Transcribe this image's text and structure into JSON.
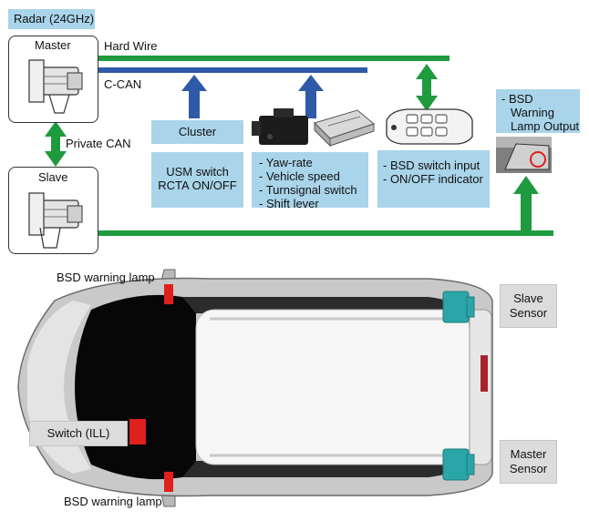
{
  "radar_label": "Radar (24GHz)",
  "master_label": "Master",
  "slave_label": "Slave",
  "hard_wire_label": "Hard Wire",
  "ccan_label": "C-CAN",
  "private_can_label": "Private CAN",
  "cluster_label": "Cluster",
  "usm_box": {
    "line1": "USM switch",
    "line2": "RCTA ON/OFF"
  },
  "vehicle_inputs": [
    "- Yaw-rate",
    "- Vehicle speed",
    "- Turnsignal switch",
    "- Shift lever"
  ],
  "bsd_switch_box": [
    "- BSD switch input",
    "- ON/OFF indicator"
  ],
  "lamp_output_box": [
    "- BSD",
    "Warning",
    "Lamp Output"
  ],
  "bsd_warning_lamp_top": "BSD warning lamp",
  "bsd_warning_lamp_bottom": "BSD warning lamp",
  "switch_label": "Switch (ILL)",
  "slave_sensor": {
    "line1": "Slave",
    "line2": "Sensor"
  },
  "master_sensor": {
    "line1": "Master",
    "line2": "Sensor"
  },
  "colors": {
    "hard_wire": "#1f9a3f",
    "ccan": "#2e5aa8",
    "label_bg": "#a9d4ea",
    "lamp_red": "#e0201b",
    "sensor_teal": "#2aa5a8"
  }
}
